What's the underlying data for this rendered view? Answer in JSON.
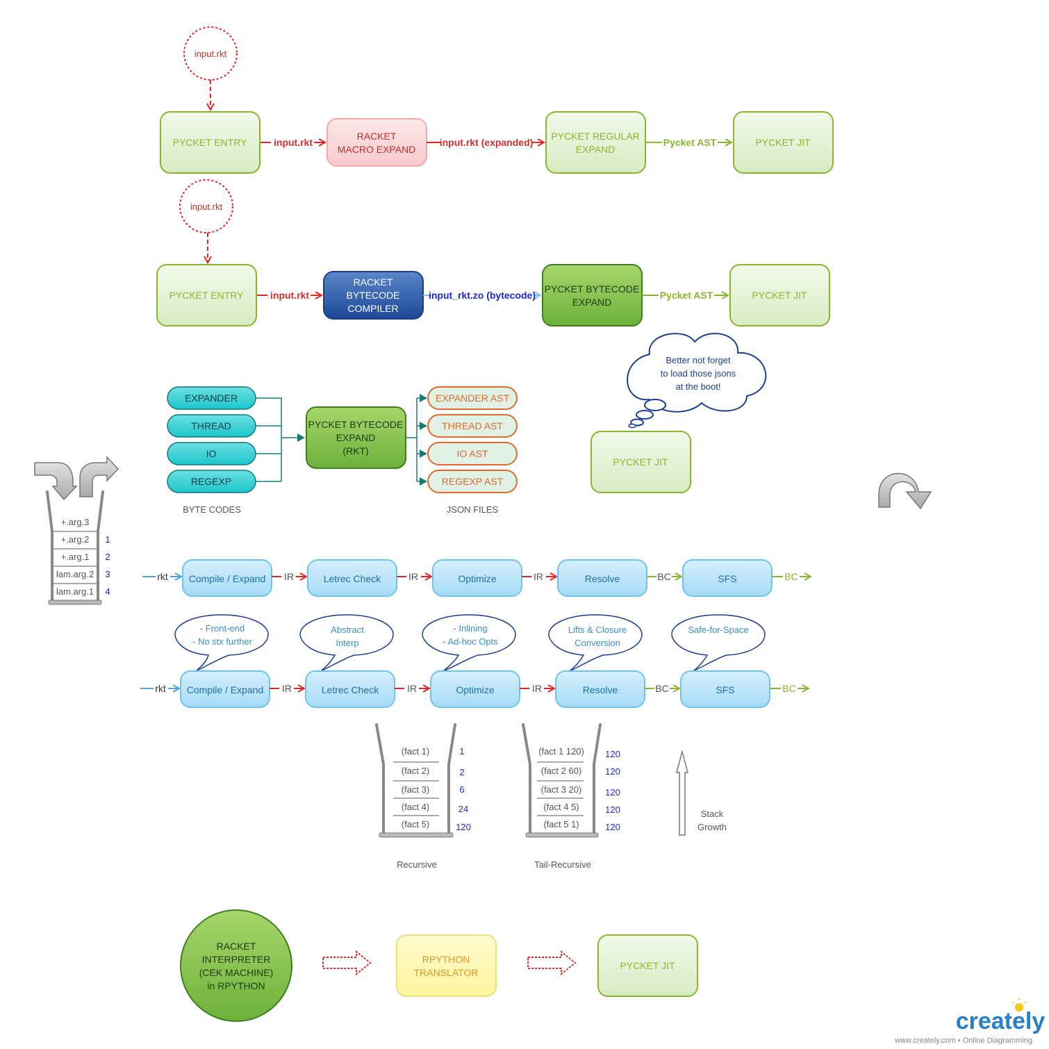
{
  "colors": {
    "red": "#e02525",
    "green": "#8bb52f",
    "green_text": "#8bb52f",
    "blue_text": "#1f27c8",
    "teal": "#1a7a72",
    "orange": "#e06a2a",
    "light_blue_text": "#3d8fc7",
    "gray_text": "#555555"
  },
  "row1": {
    "input_circle": "input.rkt",
    "entry": "PYCKET ENTRY",
    "edge1": "input.rkt",
    "macro": [
      "RACKET",
      "MACRO EXPAND"
    ],
    "edge2": "input.rkt (expanded)",
    "regular_expand": [
      "PYCKET REGULAR",
      "EXPAND"
    ],
    "edge3": "Pycket AST",
    "jit": "PYCKET JIT"
  },
  "row2": {
    "input_circle": "input.rkt",
    "entry": "PYCKET ENTRY",
    "edge1": "input.rkt",
    "compiler": [
      "RACKET",
      "BYTECODE",
      "COMPILER"
    ],
    "edge2": "input_rkt.zo (bytecode)",
    "bytecode_expand": [
      "PYCKET BYTECODE",
      "EXPAND"
    ],
    "edge3": "Pycket AST",
    "jit": "PYCKET JIT"
  },
  "bytecodes": {
    "items": [
      "EXPANDER",
      "THREAD",
      "IO",
      "REGEXP"
    ],
    "caption": "BYTE CODES",
    "expand": [
      "PYCKET BYTECODE",
      "EXPAND",
      "(RKT)"
    ],
    "outputs": [
      "EXPANDER AST",
      "THREAD AST",
      "IO AST",
      "REGEXP AST"
    ],
    "outputs_caption": "JSON FILES"
  },
  "thought": {
    "lines": [
      "Better not forget",
      "to load those jsons",
      "at the boot!"
    ],
    "jit": "PYCKET JIT"
  },
  "arg_stack": {
    "cells": [
      "+.arg.3",
      "+.arg.2",
      "+.arg.1",
      "lam.arg.2",
      "lam.arg.1"
    ],
    "numbers": [
      "1",
      "2",
      "3",
      "4"
    ]
  },
  "pipeline1": {
    "input": "rkt",
    "stages": [
      "Compile / Expand",
      "Letrec Check",
      "Optimize",
      "Resolve",
      "SFS"
    ],
    "edges": [
      "IR",
      "IR",
      "IR",
      "BC",
      "BC"
    ]
  },
  "pipeline2": {
    "input": "rkt",
    "stages": [
      "Compile / Expand",
      "Letrec Check",
      "Optimize",
      "Resolve",
      "SFS"
    ],
    "edges": [
      "IR",
      "IR",
      "IR",
      "BC",
      "BC"
    ],
    "bubbles": [
      [
        "- Front-end",
        "- No stx further"
      ],
      [
        "Abstract",
        "Interp"
      ],
      [
        "- Inlining",
        "- Ad-hoc Opts"
      ],
      [
        "Lifts & Closure",
        "Conversion"
      ],
      [
        "Safe-for-Space"
      ]
    ]
  },
  "recursive": {
    "cells": [
      "(fact 1)",
      "(fact 2)",
      "(fact 3)",
      "(fact 4)",
      "(fact 5)"
    ],
    "values": [
      "1",
      "2",
      "6",
      "24",
      "120"
    ],
    "caption": "Recursive"
  },
  "tail_recursive": {
    "cells": [
      "(fact 1 120)",
      "(fact 2 60)",
      "(fact 3 20)",
      "(fact 4 5)",
      "(fact 5 1)"
    ],
    "values": [
      "120",
      "120",
      "120",
      "120",
      "120"
    ],
    "caption": "Tail-Recursive"
  },
  "stack_growth": [
    "Stack",
    "Growth"
  ],
  "bottom": {
    "interpreter": [
      "RACKET",
      "INTERPRETER",
      "(CEK MACHINE)",
      "in RPYTHON"
    ],
    "translator": [
      "RPYTHON",
      "TRANSLATOR"
    ],
    "jit": "PYCKET JIT"
  },
  "watermark": {
    "logo": "creately",
    "footer": "www.creately.com • Online Diagramming"
  }
}
